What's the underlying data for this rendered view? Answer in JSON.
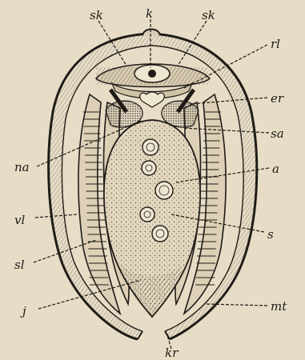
{
  "labels": {
    "sk_left": "sk",
    "k": "k",
    "sk_right": "sk",
    "rl": "rl",
    "er": "er",
    "sa": "sa",
    "na": "na",
    "a": "a",
    "vl": "vl",
    "s": "s",
    "sl": "sl",
    "j": "j",
    "mt": "mt",
    "kr": "kr"
  }
}
